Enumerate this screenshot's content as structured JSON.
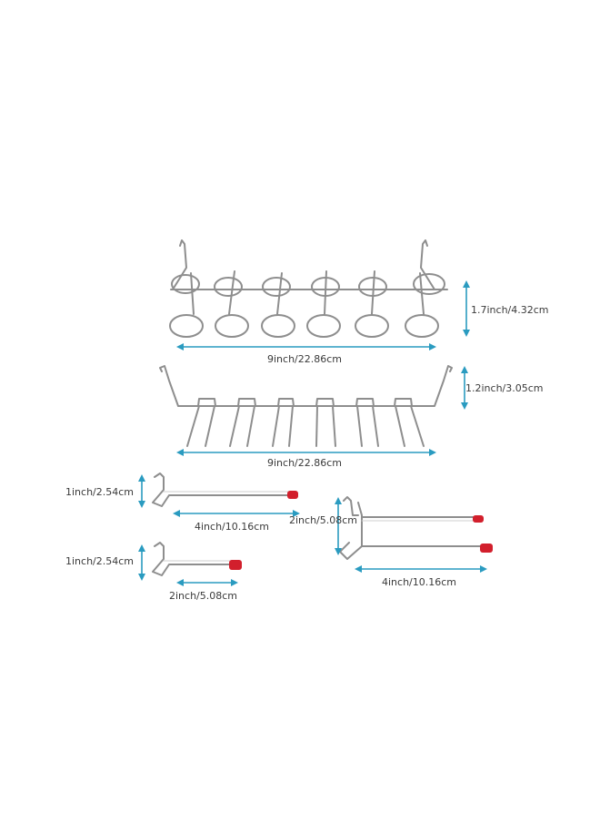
{
  "colors": {
    "dimension": "#2a9bc0",
    "metal": "#8e8e8e",
    "metal_light": "#d6d6d6",
    "tip": "#d21f2c"
  },
  "dimensions": {
    "rack1_width": "9inch/22.86cm",
    "rack1_height": "1.7inch/4.32cm",
    "rack2_width": "9inch/22.86cm",
    "rack2_height": "1.2inch/3.05cm",
    "hook4_height": "1inch/2.54cm",
    "hook4_length": "4inch/10.16cm",
    "hook2_height": "1inch/2.54cm",
    "hook2_length": "2inch/5.08cm",
    "double_height": "2inch/5.08cm",
    "double_length": "4inch/10.16cm"
  }
}
